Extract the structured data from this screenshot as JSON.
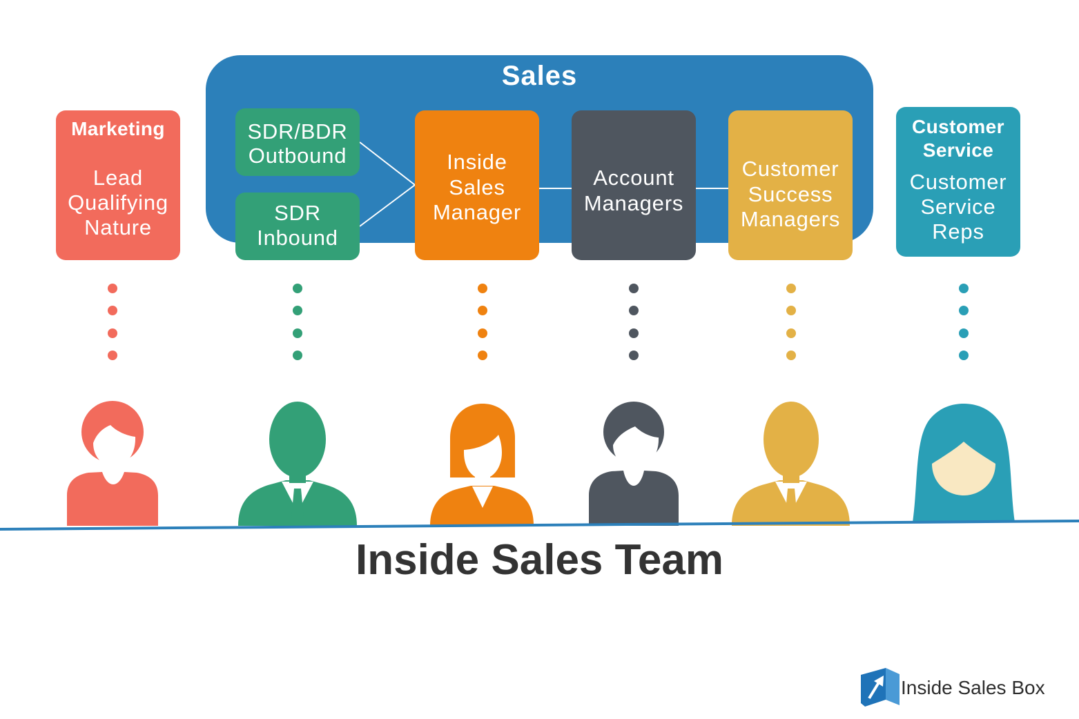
{
  "sales": {
    "title": "Sales"
  },
  "marketing": {
    "title": "Marketing",
    "lines": [
      "Lead",
      "Qualifying",
      "Nature"
    ]
  },
  "sdr_outbound": {
    "lines": [
      "SDR/BDR",
      "Outbound"
    ]
  },
  "sdr_inbound": {
    "lines": [
      "SDR",
      "Inbound"
    ]
  },
  "inside_sales_manager": {
    "lines": [
      "Inside",
      "Sales",
      "Manager"
    ]
  },
  "account_managers": {
    "lines": [
      "Account",
      "Managers"
    ]
  },
  "customer_success_managers": {
    "lines": [
      "Customer",
      "Success",
      "Managers"
    ]
  },
  "customer_service": {
    "title_lines": [
      "Customer",
      "Service"
    ],
    "lines": [
      "Customer",
      "Service",
      "Reps"
    ]
  },
  "team_title": "Inside Sales Team",
  "logo": {
    "text": "Inside Sales Box",
    "icon": "box-arrow-icon"
  },
  "colors": {
    "sales": "#2c80ba",
    "marketing": "#f26b5c",
    "green": "#33a077",
    "orange": "#ef8210",
    "gray": "#4f565f",
    "mustard": "#e3b146",
    "teal": "#2a9fb6",
    "skin": "#f9e8c2",
    "logo_front": "#1f73b8",
    "logo_side": "#4a9ad6",
    "text_dark": "#333333"
  }
}
